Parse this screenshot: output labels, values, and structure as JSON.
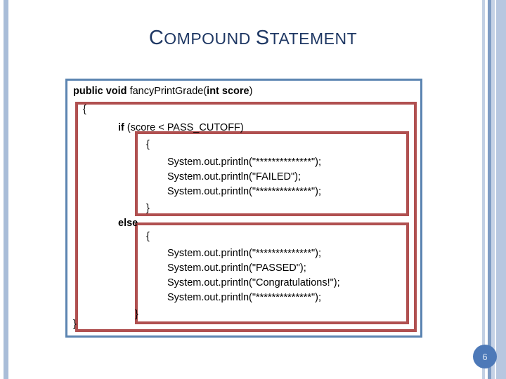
{
  "slide": {
    "title_first_letter": "C",
    "title_first_word_rest": "OMPOUND",
    "title_space": " ",
    "title_second_letter": "S",
    "title_second_word_rest": "TATEMENT",
    "title_full": "Compound Statement",
    "page_number": "6",
    "accent_blue": "#5b84b1",
    "accent_red": "#b05050",
    "title_color": "#1f3864",
    "bubble_color": "#4d79b8"
  },
  "code": {
    "language": "java",
    "lines": [
      {
        "id": "signature",
        "bold_part": "public void ",
        "plain_part": "fancyPrintGrade(",
        "bold_part2": "int score",
        "plain_part2": ")"
      },
      {
        "id": "open-method",
        "text": "{"
      },
      {
        "id": "if-condition",
        "bold_part": "if ",
        "plain_part": "(score < PASS_CUTOFF)"
      },
      {
        "id": "open-if",
        "text": "{"
      },
      {
        "id": "print-fail-stars-top",
        "text": "System.out.println(\"**************\");"
      },
      {
        "id": "print-failed",
        "text": "System.out.println(\"FAILED\");"
      },
      {
        "id": "print-fail-stars-bottom",
        "text": "System.out.println(\"**************\");"
      },
      {
        "id": "close-if",
        "text": "}"
      },
      {
        "id": "else-keyword",
        "bold_part": "else",
        "plain_part": ""
      },
      {
        "id": "open-else",
        "text": "{"
      },
      {
        "id": "print-pass-stars-top",
        "text": "System.out.println(\"**************\");"
      },
      {
        "id": "print-passed",
        "text": "System.out.println(\"PASSED\");"
      },
      {
        "id": "print-congrats",
        "text": "System.out.println(\"Congratulations!\");"
      },
      {
        "id": "print-pass-stars-bottom",
        "text": "System.out.println(\"**************\");"
      },
      {
        "id": "close-else",
        "text": "}"
      },
      {
        "id": "close-method",
        "text": "}"
      }
    ]
  }
}
